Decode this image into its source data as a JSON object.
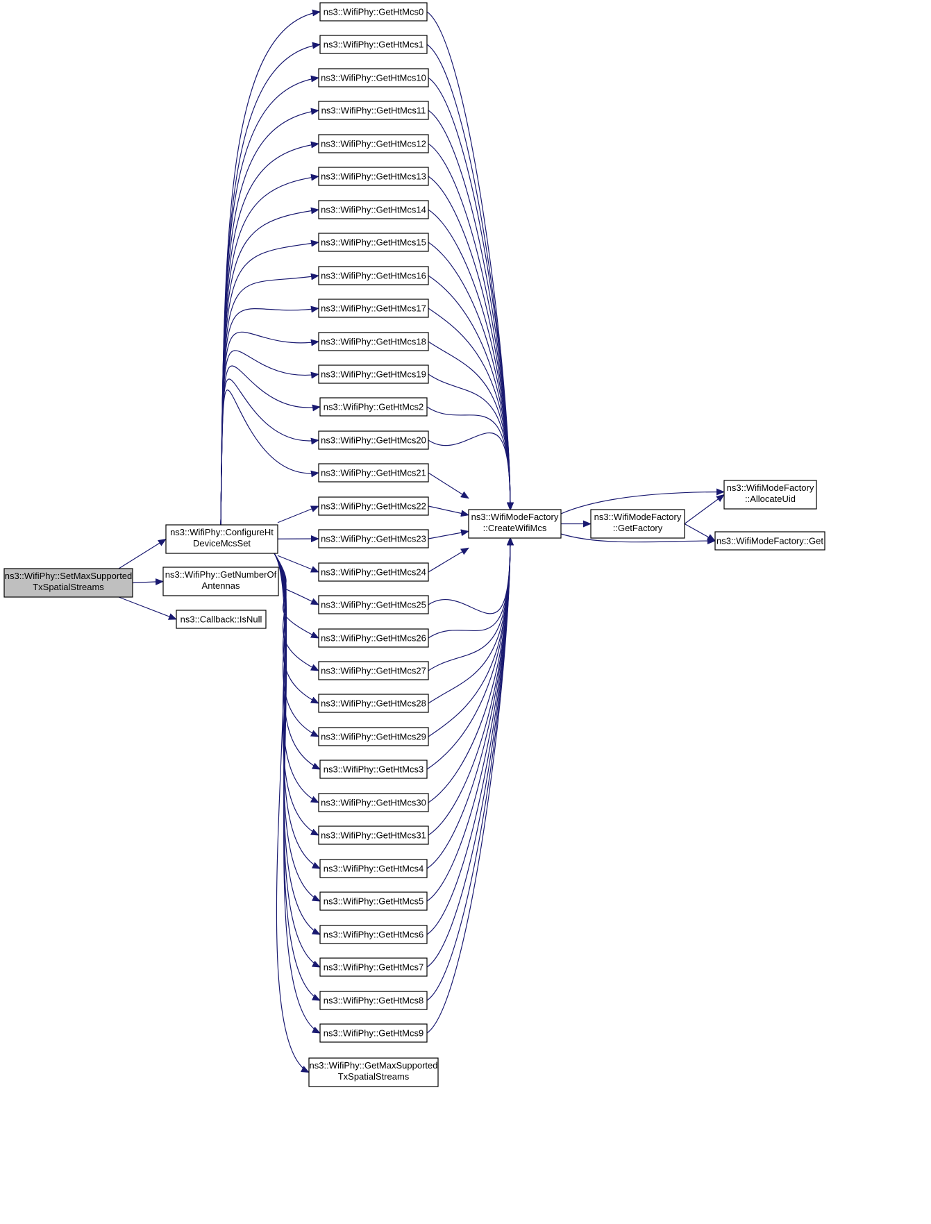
{
  "edge_color": "#191970",
  "root_fill": "#bfbfbf",
  "node_fill": "#ffffff",
  "nodes": [
    {
      "id": "root",
      "lines": [
        "ns3::WifiPhy::SetMaxSupported",
        "TxSpatialStreams"
      ]
    },
    {
      "id": "configure",
      "lines": [
        "ns3::WifiPhy::ConfigureHt",
        "DeviceMcsSet"
      ]
    },
    {
      "id": "getnumant",
      "lines": [
        "ns3::WifiPhy::GetNumberOf",
        "Antennas"
      ]
    },
    {
      "id": "isnull",
      "lines": [
        "ns3::Callback::IsNull"
      ]
    },
    {
      "id": "m0",
      "lines": [
        "ns3::WifiPhy::GetHtMcs0"
      ]
    },
    {
      "id": "m1",
      "lines": [
        "ns3::WifiPhy::GetHtMcs1"
      ]
    },
    {
      "id": "m10",
      "lines": [
        "ns3::WifiPhy::GetHtMcs10"
      ]
    },
    {
      "id": "m11",
      "lines": [
        "ns3::WifiPhy::GetHtMcs11"
      ]
    },
    {
      "id": "m12",
      "lines": [
        "ns3::WifiPhy::GetHtMcs12"
      ]
    },
    {
      "id": "m13",
      "lines": [
        "ns3::WifiPhy::GetHtMcs13"
      ]
    },
    {
      "id": "m14",
      "lines": [
        "ns3::WifiPhy::GetHtMcs14"
      ]
    },
    {
      "id": "m15",
      "lines": [
        "ns3::WifiPhy::GetHtMcs15"
      ]
    },
    {
      "id": "m16",
      "lines": [
        "ns3::WifiPhy::GetHtMcs16"
      ]
    },
    {
      "id": "m17",
      "lines": [
        "ns3::WifiPhy::GetHtMcs17"
      ]
    },
    {
      "id": "m18",
      "lines": [
        "ns3::WifiPhy::GetHtMcs18"
      ]
    },
    {
      "id": "m19",
      "lines": [
        "ns3::WifiPhy::GetHtMcs19"
      ]
    },
    {
      "id": "m2",
      "lines": [
        "ns3::WifiPhy::GetHtMcs2"
      ]
    },
    {
      "id": "m20",
      "lines": [
        "ns3::WifiPhy::GetHtMcs20"
      ]
    },
    {
      "id": "m21",
      "lines": [
        "ns3::WifiPhy::GetHtMcs21"
      ]
    },
    {
      "id": "m22",
      "lines": [
        "ns3::WifiPhy::GetHtMcs22"
      ]
    },
    {
      "id": "m23",
      "lines": [
        "ns3::WifiPhy::GetHtMcs23"
      ]
    },
    {
      "id": "m24",
      "lines": [
        "ns3::WifiPhy::GetHtMcs24"
      ]
    },
    {
      "id": "m25",
      "lines": [
        "ns3::WifiPhy::GetHtMcs25"
      ]
    },
    {
      "id": "m26",
      "lines": [
        "ns3::WifiPhy::GetHtMcs26"
      ]
    },
    {
      "id": "m27",
      "lines": [
        "ns3::WifiPhy::GetHtMcs27"
      ]
    },
    {
      "id": "m28",
      "lines": [
        "ns3::WifiPhy::GetHtMcs28"
      ]
    },
    {
      "id": "m29",
      "lines": [
        "ns3::WifiPhy::GetHtMcs29"
      ]
    },
    {
      "id": "m3",
      "lines": [
        "ns3::WifiPhy::GetHtMcs3"
      ]
    },
    {
      "id": "m30",
      "lines": [
        "ns3::WifiPhy::GetHtMcs30"
      ]
    },
    {
      "id": "m31",
      "lines": [
        "ns3::WifiPhy::GetHtMcs31"
      ]
    },
    {
      "id": "m4",
      "lines": [
        "ns3::WifiPhy::GetHtMcs4"
      ]
    },
    {
      "id": "m5",
      "lines": [
        "ns3::WifiPhy::GetHtMcs5"
      ]
    },
    {
      "id": "m6",
      "lines": [
        "ns3::WifiPhy::GetHtMcs6"
      ]
    },
    {
      "id": "m7",
      "lines": [
        "ns3::WifiPhy::GetHtMcs7"
      ]
    },
    {
      "id": "m8",
      "lines": [
        "ns3::WifiPhy::GetHtMcs8"
      ]
    },
    {
      "id": "m9",
      "lines": [
        "ns3::WifiPhy::GetHtMcs9"
      ]
    },
    {
      "id": "getmax",
      "lines": [
        "ns3::WifiPhy::GetMaxSupported",
        "TxSpatialStreams"
      ]
    },
    {
      "id": "createmcs",
      "lines": [
        "ns3::WifiModeFactory",
        "::CreateWifiMcs"
      ]
    },
    {
      "id": "getfactory",
      "lines": [
        "ns3::WifiModeFactory",
        "::GetFactory"
      ]
    },
    {
      "id": "allocuid",
      "lines": [
        "ns3::WifiModeFactory",
        "::AllocateUid"
      ]
    },
    {
      "id": "get",
      "lines": [
        "ns3::WifiModeFactory::Get"
      ]
    }
  ],
  "edges": [
    [
      "root",
      "configure"
    ],
    [
      "root",
      "getnumant"
    ],
    [
      "root",
      "isnull"
    ],
    [
      "configure",
      "m0"
    ],
    [
      "configure",
      "m1"
    ],
    [
      "configure",
      "m10"
    ],
    [
      "configure",
      "m11"
    ],
    [
      "configure",
      "m12"
    ],
    [
      "configure",
      "m13"
    ],
    [
      "configure",
      "m14"
    ],
    [
      "configure",
      "m15"
    ],
    [
      "configure",
      "m16"
    ],
    [
      "configure",
      "m17"
    ],
    [
      "configure",
      "m18"
    ],
    [
      "configure",
      "m19"
    ],
    [
      "configure",
      "m2"
    ],
    [
      "configure",
      "m20"
    ],
    [
      "configure",
      "m21"
    ],
    [
      "configure",
      "m22"
    ],
    [
      "configure",
      "m23"
    ],
    [
      "configure",
      "m24"
    ],
    [
      "configure",
      "m25"
    ],
    [
      "configure",
      "m26"
    ],
    [
      "configure",
      "m27"
    ],
    [
      "configure",
      "m28"
    ],
    [
      "configure",
      "m29"
    ],
    [
      "configure",
      "m3"
    ],
    [
      "configure",
      "m30"
    ],
    [
      "configure",
      "m31"
    ],
    [
      "configure",
      "m4"
    ],
    [
      "configure",
      "m5"
    ],
    [
      "configure",
      "m6"
    ],
    [
      "configure",
      "m7"
    ],
    [
      "configure",
      "m8"
    ],
    [
      "configure",
      "m9"
    ],
    [
      "configure",
      "getmax"
    ],
    [
      "m0",
      "createmcs"
    ],
    [
      "m1",
      "createmcs"
    ],
    [
      "m10",
      "createmcs"
    ],
    [
      "m11",
      "createmcs"
    ],
    [
      "m12",
      "createmcs"
    ],
    [
      "m13",
      "createmcs"
    ],
    [
      "m14",
      "createmcs"
    ],
    [
      "m15",
      "createmcs"
    ],
    [
      "m16",
      "createmcs"
    ],
    [
      "m17",
      "createmcs"
    ],
    [
      "m18",
      "createmcs"
    ],
    [
      "m19",
      "createmcs"
    ],
    [
      "m2",
      "createmcs"
    ],
    [
      "m20",
      "createmcs"
    ],
    [
      "m21",
      "createmcs"
    ],
    [
      "m22",
      "createmcs"
    ],
    [
      "m23",
      "createmcs"
    ],
    [
      "m24",
      "createmcs"
    ],
    [
      "m25",
      "createmcs"
    ],
    [
      "m26",
      "createmcs"
    ],
    [
      "m27",
      "createmcs"
    ],
    [
      "m28",
      "createmcs"
    ],
    [
      "m29",
      "createmcs"
    ],
    [
      "m3",
      "createmcs"
    ],
    [
      "m30",
      "createmcs"
    ],
    [
      "m31",
      "createmcs"
    ],
    [
      "m4",
      "createmcs"
    ],
    [
      "m5",
      "createmcs"
    ],
    [
      "m6",
      "createmcs"
    ],
    [
      "m7",
      "createmcs"
    ],
    [
      "m8",
      "createmcs"
    ],
    [
      "m9",
      "createmcs"
    ],
    [
      "createmcs",
      "allocuid"
    ],
    [
      "createmcs",
      "getfactory"
    ],
    [
      "createmcs",
      "get"
    ],
    [
      "getfactory",
      "allocuid"
    ],
    [
      "getfactory",
      "get"
    ]
  ]
}
